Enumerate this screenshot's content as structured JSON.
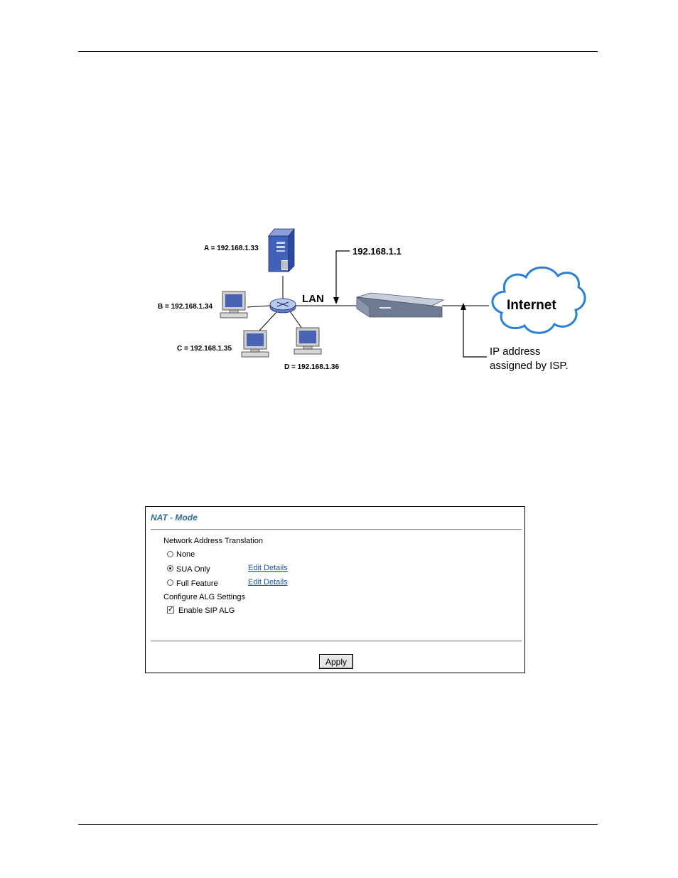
{
  "diagram": {
    "host_a": "A = 192.168.1.33",
    "host_b": "B = 192.168.1.34",
    "host_c": "C  = 192.168.1.35",
    "host_d": "D = 192.168.1.36",
    "lan_label": "LAN",
    "router_ip": "192.168.1.1",
    "internet_label": "Internet",
    "isp_line1": "IP address",
    "isp_line2": "assigned by ISP."
  },
  "nat_panel": {
    "title": "NAT - Mode",
    "section_nat": "Network Address Translation",
    "options": [
      {
        "label": "None",
        "selected": false
      },
      {
        "label": "SUA Only",
        "selected": true,
        "link": "Edit Details"
      },
      {
        "label": "Full Feature",
        "selected": false,
        "link": "Edit Details"
      }
    ],
    "section_alg": "Configure ALG Settings",
    "sip_alg": {
      "label": "Enable SIP ALG",
      "checked": true
    },
    "apply_label": "Apply"
  }
}
